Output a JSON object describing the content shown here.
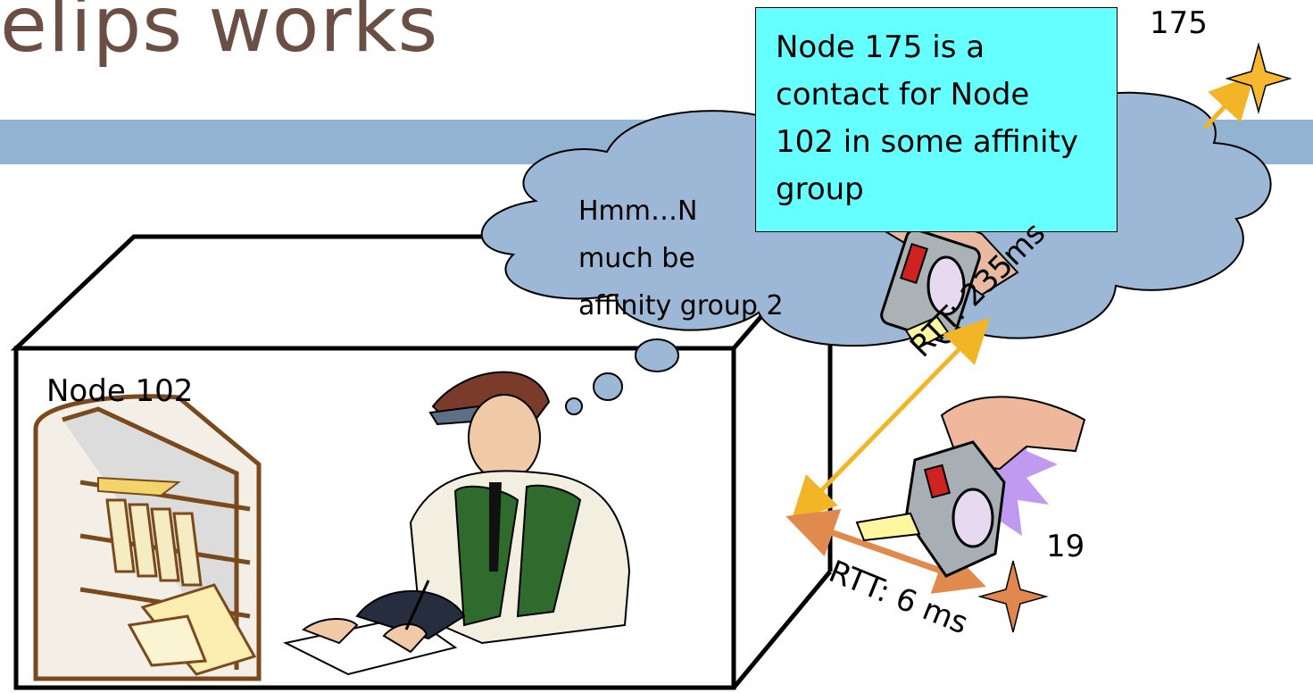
{
  "slide": {
    "title": "elips works"
  },
  "node102": {
    "label": "Node 102"
  },
  "thought": {
    "line1": "Hmm…N",
    "line2": "much be",
    "line3": "affinity group 2"
  },
  "callout": {
    "text": "Node 175 is a contact for Node 102 in some affinity group"
  },
  "nodes": {
    "n175": "175",
    "n19": "19"
  },
  "measurements": {
    "rtt_far": "RTT: 235ms",
    "rtt_near": "RTT: 6 ms"
  },
  "colors": {
    "title_bar": "#93b3d3",
    "cloud": "#9db8d6",
    "callout": "#66ffff",
    "arrow_far": "#f2b526",
    "arrow_near": "#e08a4e",
    "star_175": "#f7b731",
    "star_19": "#e0874e"
  }
}
